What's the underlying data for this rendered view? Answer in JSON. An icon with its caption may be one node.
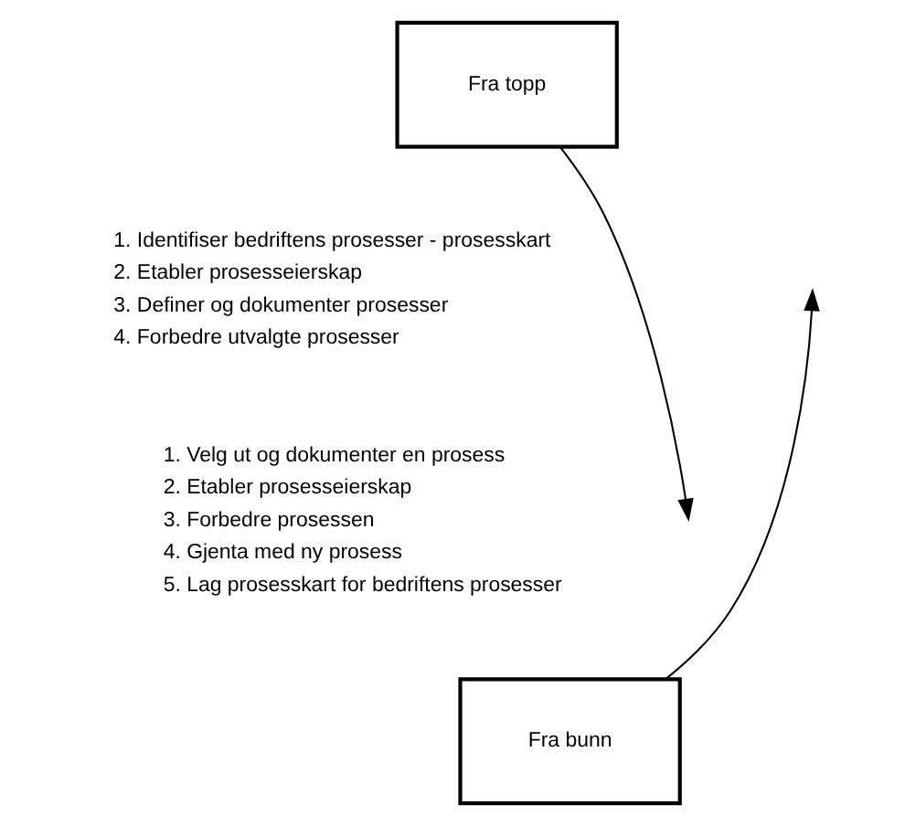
{
  "diagram": {
    "nodes": [
      {
        "text": [
          "Fra topp"
        ]
      },
      {
        "text": [
          "Fra bunn"
        ]
      }
    ],
    "edges": [
      {
        "from": 0,
        "to": null,
        "arrow": "to"
      },
      {
        "from": 1,
        "to": null,
        "arrow": "to"
      }
    ],
    "labels": [
      "1. Identifiser bedriftens prosesser - prosesskart",
      "2. Etabler prosesseierskap",
      "3. Definer og dokumenter prosesser",
      "4. Forbedre utvalgte prosesser",
      "1. Velg ut og dokumenter en prosess",
      "2. Etabler prosesseierskap",
      "3. Forbedre prosessen",
      "4. Gjenta med ny prosess",
      "5. Lag prosesskart for bedriftens prosesser"
    ]
  }
}
